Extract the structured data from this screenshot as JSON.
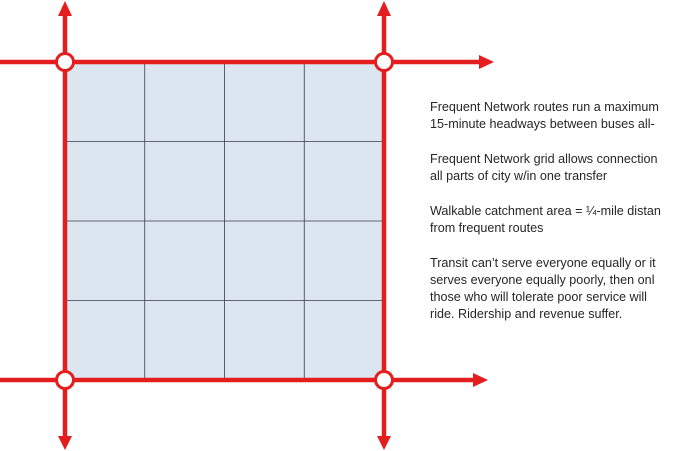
{
  "colors": {
    "route": "#e41e1e",
    "catchment": "#dce6f1",
    "grid": "#3a3a4a",
    "node_fill": "#ffffff",
    "text": "#262626"
  },
  "icons": [
    "arrow-up-icon",
    "arrow-down-icon",
    "arrow-right-icon",
    "transfer-node-icon"
  ],
  "grid": {
    "rows": 4,
    "cols": 4
  },
  "notes": [
    {
      "lines": [
        "Frequent Network routes run a maximum",
        "15-minute headways between buses all-"
      ]
    },
    {
      "lines": [
        "Frequent Network grid allows connection",
        "all parts of city w/in one transfer"
      ]
    },
    {
      "lines": [
        "Walkable catchment area = ¼-mile distan",
        "from frequent routes"
      ]
    },
    {
      "lines": [
        "Transit can’t serve everyone equally or it",
        "serves everyone equally poorly, then onl",
        "those who will tolerate poor service will",
        "ride.  Ridership and revenue suffer."
      ]
    }
  ]
}
